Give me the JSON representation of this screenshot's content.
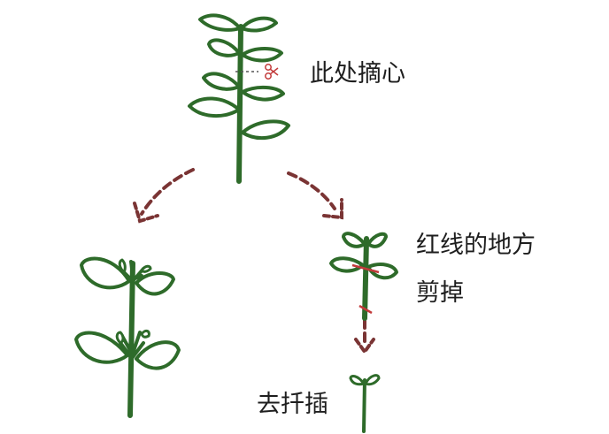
{
  "labels": {
    "pinch_here": "此处摘心",
    "cut_red_line_1": "红线的地方",
    "cut_red_line_2": "剪掉",
    "take_cutting": "去扦插"
  },
  "colors": {
    "stem": "#2e6b2a",
    "leaf_fill": "#ffffff",
    "arrow": "#7a3434",
    "cut_line": "#c23a3a",
    "text": "#1e1e1e"
  },
  "icons": {
    "scissors": "scissors-icon"
  }
}
